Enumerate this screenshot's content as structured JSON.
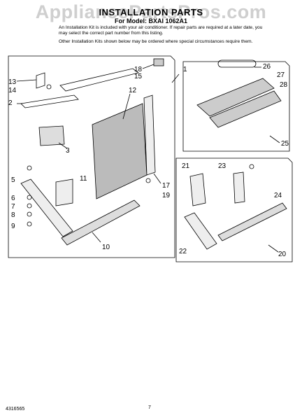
{
  "watermark": "AppliancePartsPros.com",
  "title": "INSTALLATION PARTS",
  "subtitle": "For Model: BXAI 1062A1",
  "notes": [
    "An Installation Kit is included with your air conditioner. If repair parts are required at a later date, you may select the correct part number from this listing.",
    "Other Installation Kits shown below may be ordered where special circumstances require them."
  ],
  "labels": {
    "l1": "1",
    "l2": "2",
    "l3": "3",
    "l5": "5",
    "l6": "6",
    "l7": "7",
    "l8": "8",
    "l9": "9",
    "l10": "10",
    "l11": "11",
    "l12": "12",
    "l13": "13",
    "l14": "14",
    "l15": "15",
    "l17": "17",
    "l18": "18",
    "l19": "19",
    "l20": "20",
    "l21": "21",
    "l22": "22",
    "l23": "23",
    "l24": "24",
    "l25": "25",
    "l26": "26",
    "l27": "27",
    "l28": "28"
  },
  "footer": {
    "doc_number": "4316565",
    "page": "7"
  }
}
